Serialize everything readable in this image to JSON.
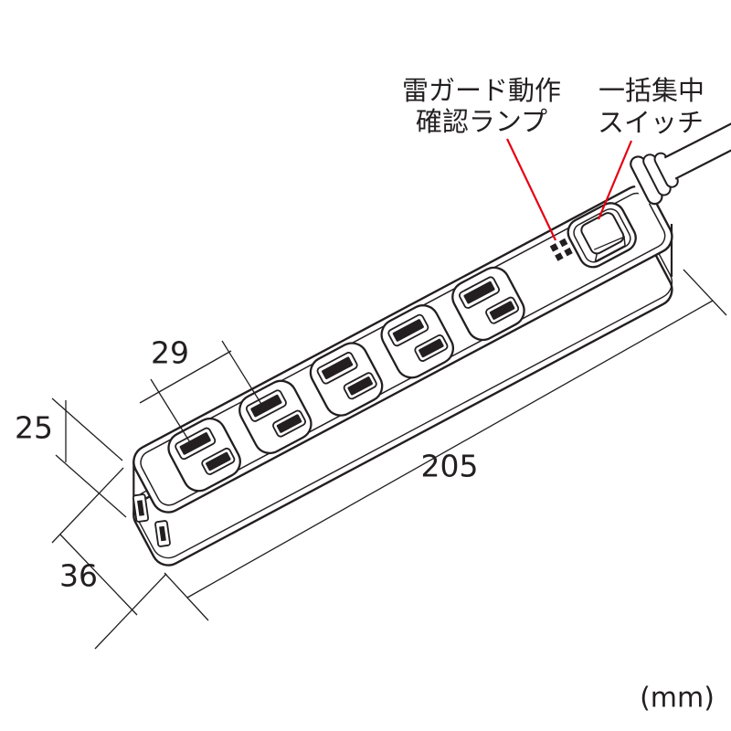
{
  "colors": {
    "ink": "#231f20",
    "leader": "#e60012",
    "background": "#ffffff"
  },
  "callouts": {
    "lamp": {
      "line1": "雷ガード動作",
      "line2": "確認ランプ"
    },
    "switch": {
      "line1": "一括集中",
      "line2": "スイッチ"
    }
  },
  "dimensions": {
    "outlet_pitch_mm": "29",
    "body_length_mm": "205",
    "body_height_mm": "25",
    "body_depth_mm": "36"
  },
  "unit_label": "(mm)",
  "parts": {
    "outlet_count": 5,
    "indicator_dot_count": 4
  }
}
